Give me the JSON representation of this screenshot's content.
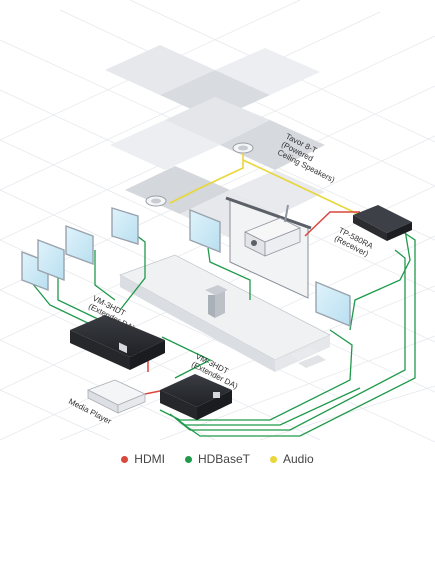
{
  "labels": {
    "speakers": [
      "Tavor 8-T",
      "(Powered",
      "Ceiling Speakers)"
    ],
    "receiver": [
      "TP-580RA",
      "(Receiver)"
    ],
    "extender_left": [
      "VM-3HDT",
      "(Extender DA)"
    ],
    "extender_right": [
      "VM-3HDT",
      "(Extender DA)"
    ],
    "media_player": "Media Player"
  },
  "legend": [
    {
      "label": "HDMI",
      "color": "#d9473d"
    },
    {
      "label": "HDBaseT",
      "color": "#1e9a4a"
    },
    {
      "label": "Audio",
      "color": "#e8d63a"
    }
  ],
  "colors": {
    "hdmi": "#d9473d",
    "hdbaset": "#1e9a4a",
    "audio": "#e8d63a",
    "device": "#2b2d31",
    "grid": "#e3e6ea"
  }
}
